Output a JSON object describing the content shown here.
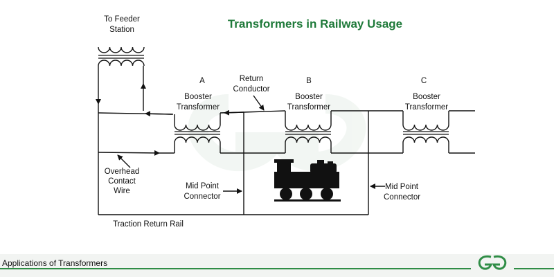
{
  "title": "Transformers in Railway Usage",
  "labels": {
    "feeder": [
      "To Feeder",
      "Station"
    ],
    "a": "A",
    "b": "B",
    "c": "C",
    "booster": [
      "Booster",
      "Transformer"
    ],
    "return_conductor": [
      "Return",
      "Conductor"
    ],
    "overhead": [
      "Overhead",
      "Contact",
      "Wire"
    ],
    "mid_point": [
      "Mid Point",
      "Connector"
    ],
    "traction_return": "Traction Return Rail"
  },
  "footer": {
    "caption": "Applications of Transformers",
    "brand_accent": "#2f8d46"
  },
  "colors": {
    "title": "#1f7a3a",
    "line": "#111111",
    "watermark": "#e8efe9"
  }
}
